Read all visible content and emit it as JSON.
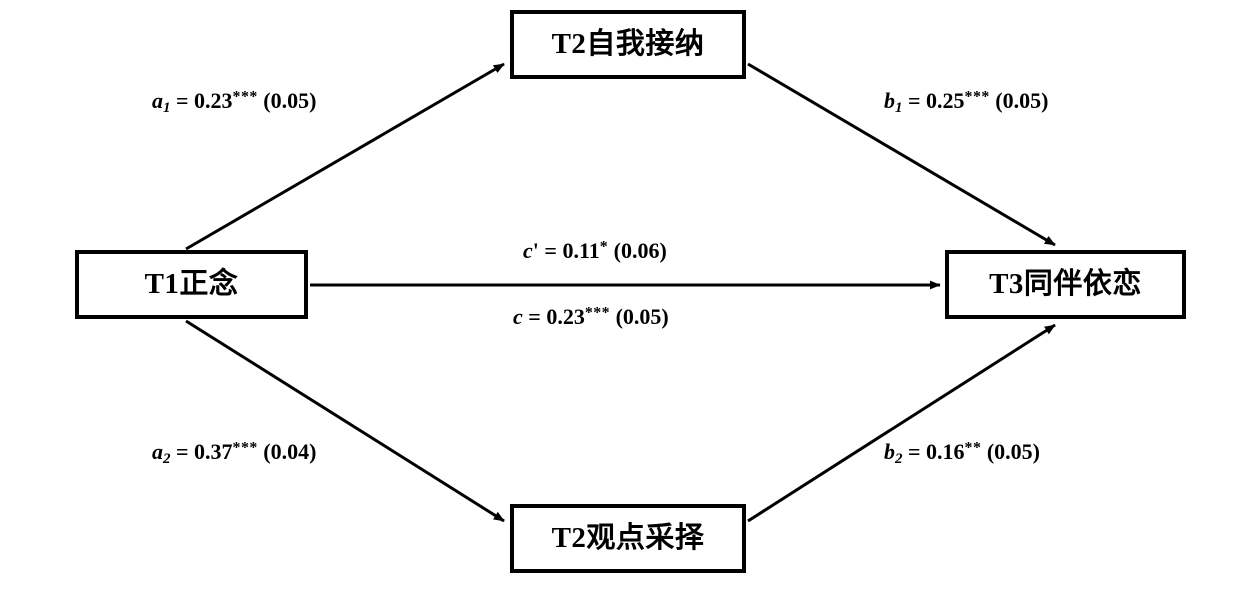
{
  "diagram": {
    "type": "mediation-path-diagram",
    "background_color": "#ffffff",
    "line_color": "#000000",
    "nodes": {
      "predictor": {
        "id": "T1",
        "label": "T1正念"
      },
      "mediator_top": {
        "id": "M1",
        "label": "T2自我接纳"
      },
      "mediator_bottom": {
        "id": "M2",
        "label": "T2观点采择"
      },
      "outcome": {
        "id": "T3",
        "label": "T3同伴依恋"
      }
    },
    "paths": [
      {
        "name": "a1",
        "from": "T1正念",
        "to": "T2自我接纳",
        "symbol": "a",
        "subscript": "1",
        "prime": "",
        "equals": " = ",
        "estimate": "0.23",
        "stars": "***",
        "se": "(0.05)",
        "full": "a1 = 0.23*** (0.05)"
      },
      {
        "name": "b1",
        "from": "T2自我接纳",
        "to": "T3同伴依恋",
        "symbol": "b",
        "subscript": "1",
        "prime": "",
        "equals": " = ",
        "estimate": "0.25",
        "stars": "***",
        "se": "(0.05)",
        "full": "b1 = 0.25*** (0.05)"
      },
      {
        "name": "c-prime",
        "from": "T1正念",
        "to": "T3同伴依恋",
        "symbol": "c",
        "subscript": "",
        "prime": "'",
        "equals": " = ",
        "estimate": "0.11",
        "stars": "*",
        "se": "(0.06)",
        "full": "c' = 0.11* (0.06)"
      },
      {
        "name": "c-total",
        "from": "T1正念",
        "to": "T3同伴依恋",
        "symbol": "c",
        "subscript": "",
        "prime": "",
        "equals": " = ",
        "estimate": "0.23",
        "stars": "***",
        "se": "(0.05)",
        "full": "c = 0.23*** (0.05)"
      },
      {
        "name": "a2",
        "from": "T1正念",
        "to": "T2观点采择",
        "symbol": "a",
        "subscript": "2",
        "prime": "",
        "equals": " = ",
        "estimate": "0.37",
        "stars": "***",
        "se": "(0.04)",
        "full": "a2 = 0.37*** (0.04)"
      },
      {
        "name": "b2",
        "from": "T2观点采择",
        "to": "T3同伴依恋",
        "symbol": "b",
        "subscript": "2",
        "prime": "",
        "equals": " = ",
        "estimate": "0.16",
        "stars": "**",
        "se": "(0.05)",
        "full": "b2 = 0.16** (0.05)"
      }
    ]
  }
}
